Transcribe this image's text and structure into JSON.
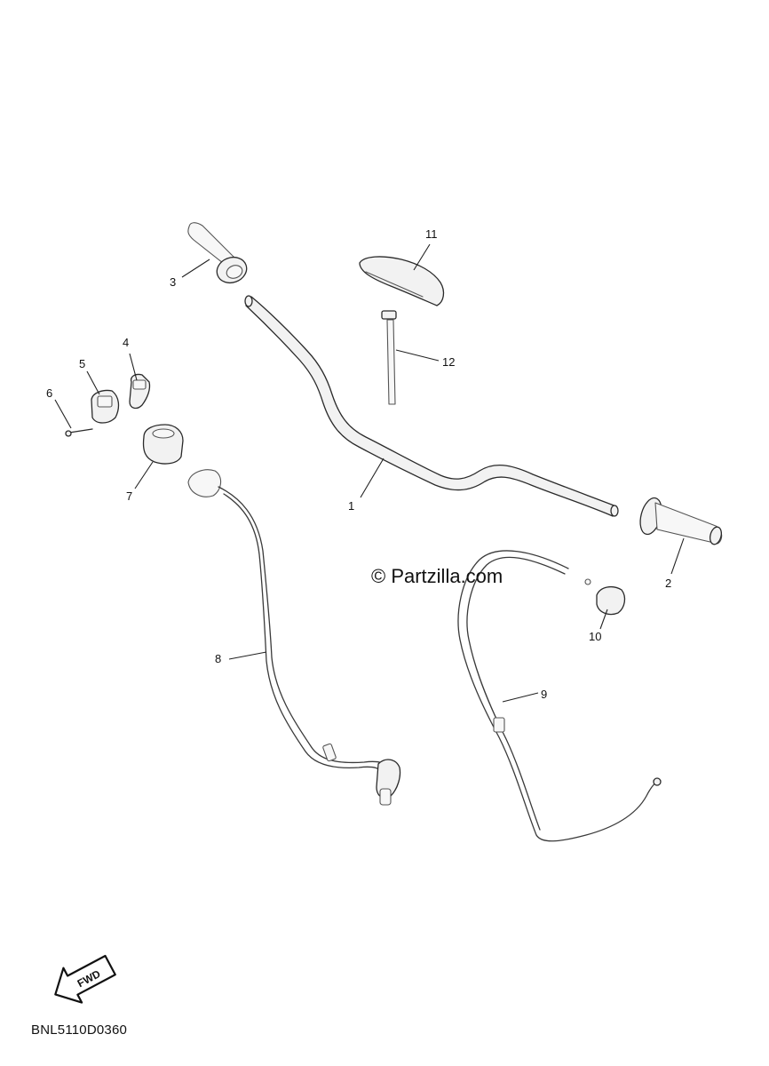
{
  "watermark": "© Partzilla.com",
  "diagram_code": "BNL5110D0360",
  "fwd_label": "FWD",
  "callouts": [
    {
      "id": "1",
      "part": "handlebar"
    },
    {
      "id": "2",
      "part": "grip-right"
    },
    {
      "id": "3",
      "part": "grip-left"
    },
    {
      "id": "4",
      "part": "holder"
    },
    {
      "id": "5",
      "part": "holder"
    },
    {
      "id": "6",
      "part": "screw"
    },
    {
      "id": "7",
      "part": "holder-upper"
    },
    {
      "id": "8",
      "part": "cable"
    },
    {
      "id": "9",
      "part": "throttle-cable"
    },
    {
      "id": "10",
      "part": "cap"
    },
    {
      "id": "11",
      "part": "handlebar-cover"
    },
    {
      "id": "12",
      "part": "bolt"
    }
  ],
  "icons": {
    "fwd_arrow": "fwd-arrow-icon"
  }
}
